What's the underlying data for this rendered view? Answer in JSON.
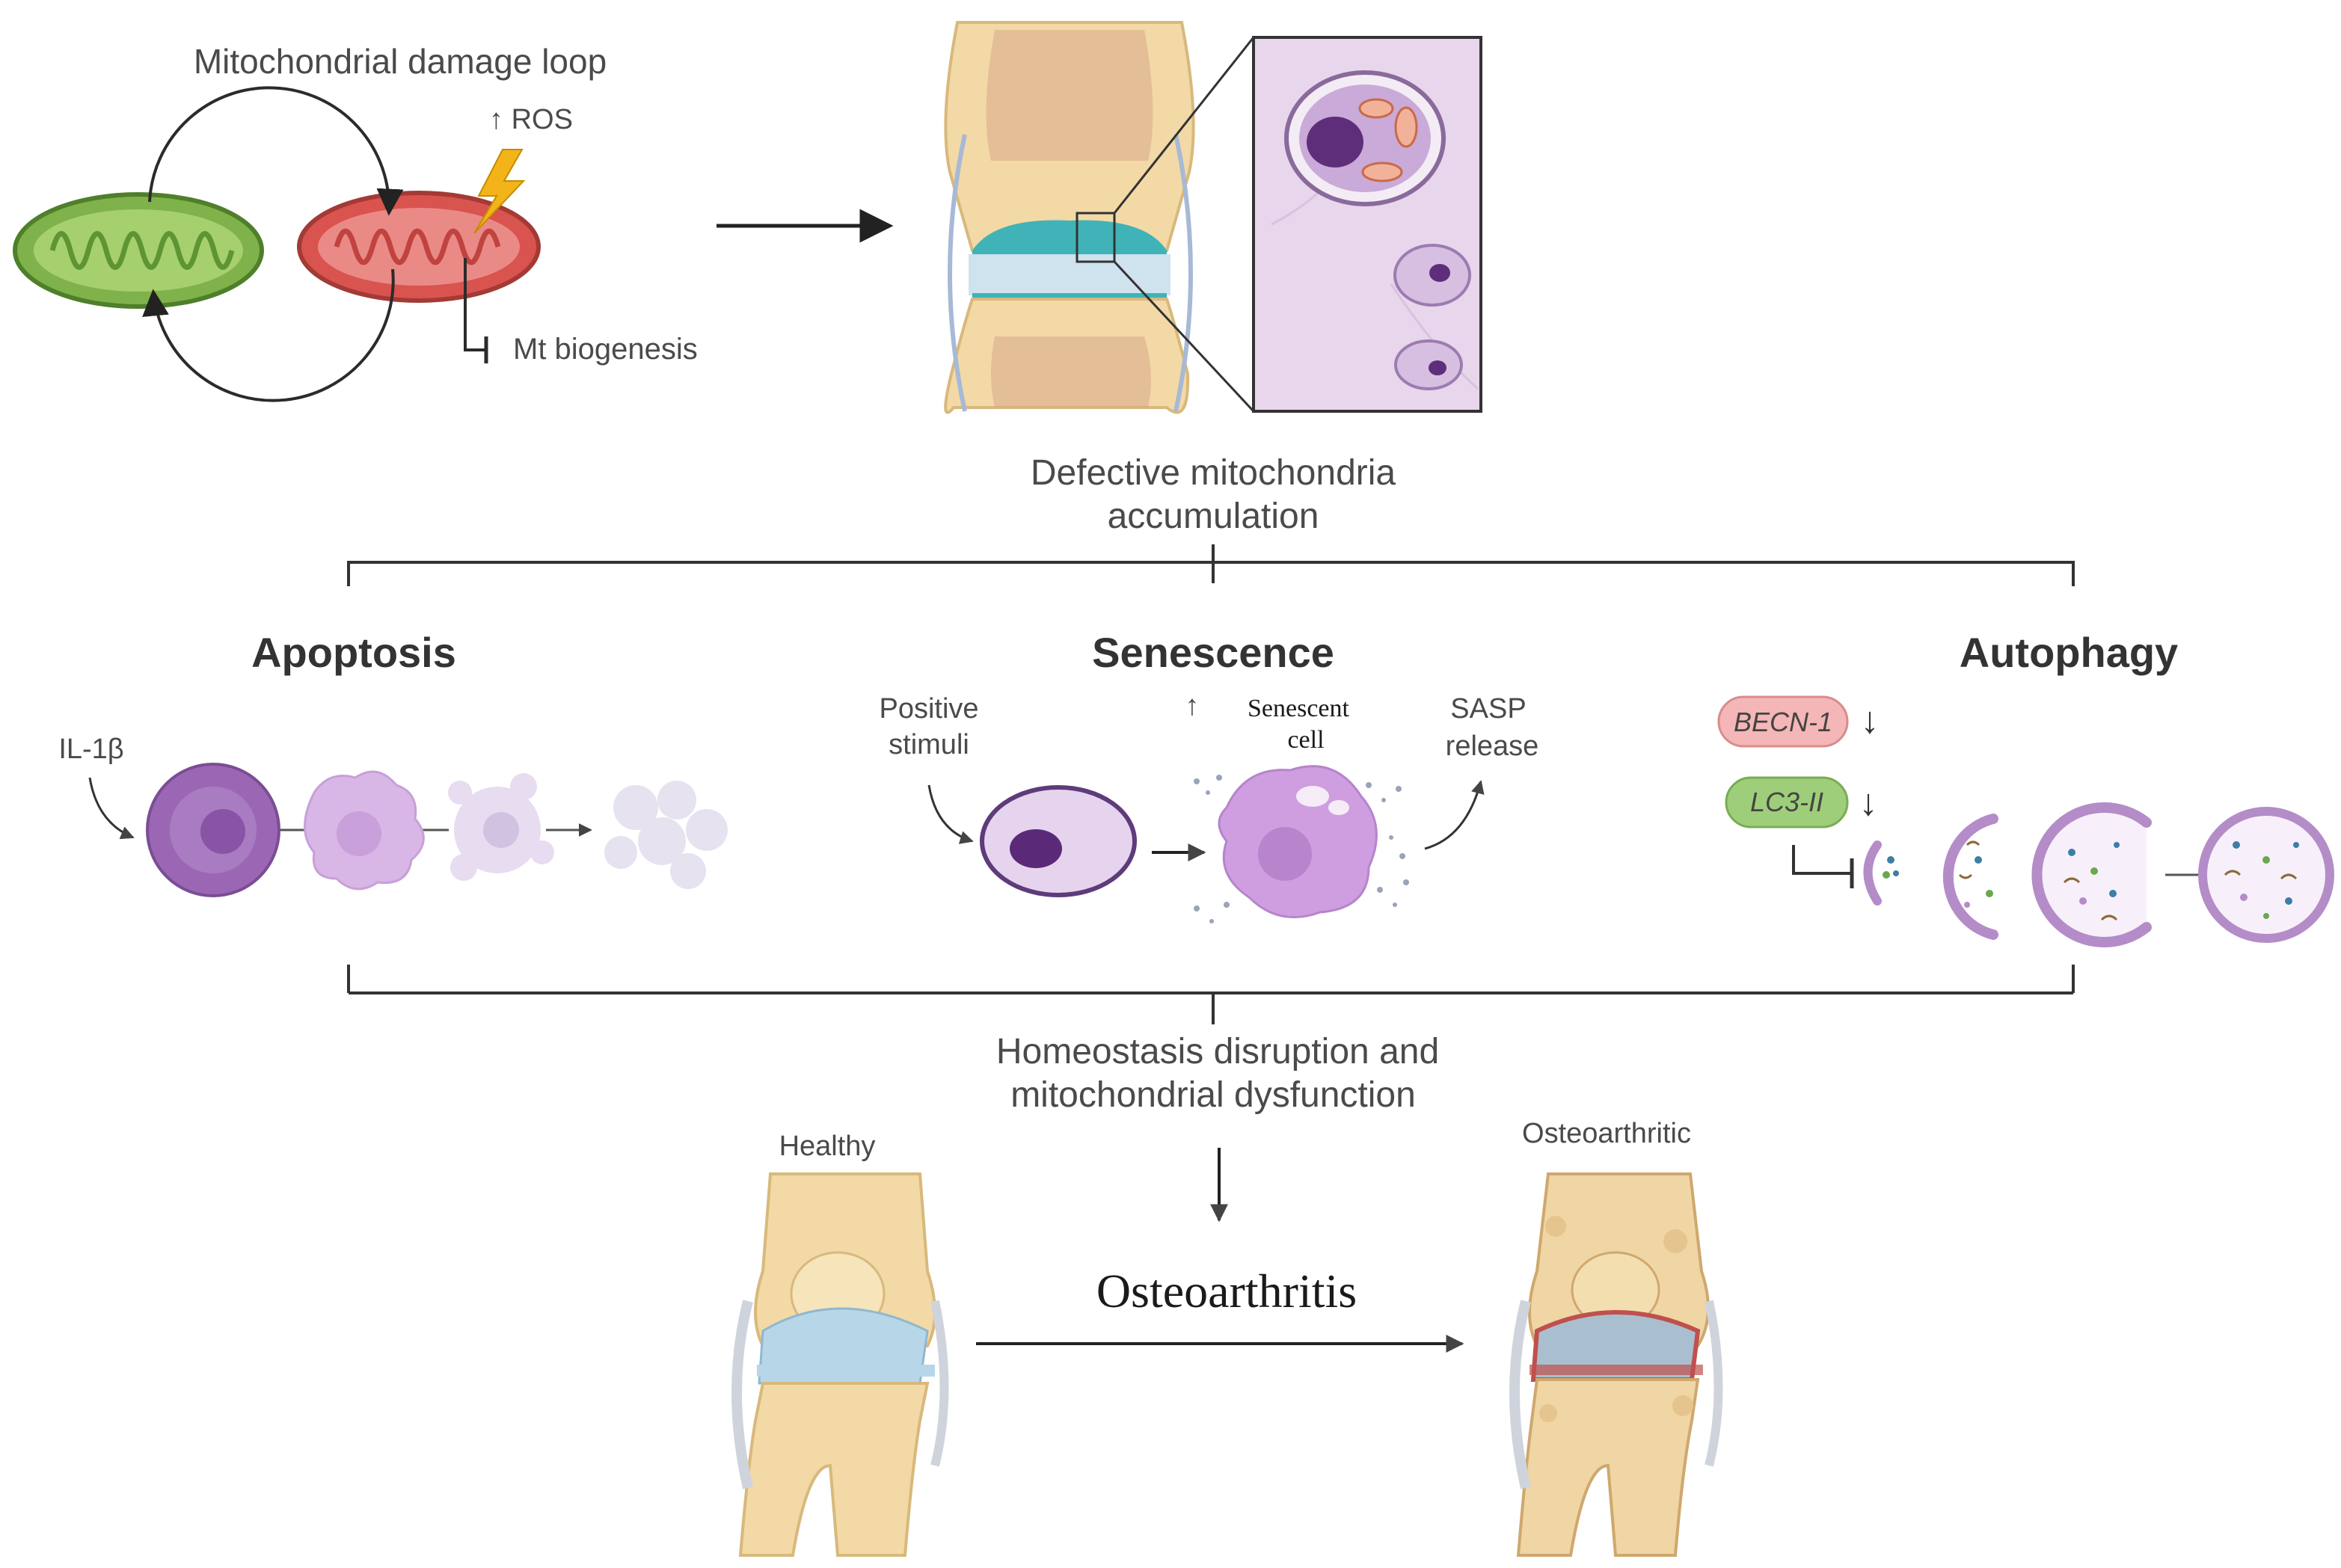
{
  "colors": {
    "healthy_mito": "#7fb24a",
    "damaged_mito": "#d9534f",
    "cell_purple": "#b48cc8",
    "cartilage_blue": "#b7d7e8",
    "bone": "#f2d9a6",
    "becn_pill": "#f4b6b6",
    "lc3_pill": "#9fce7a",
    "ros_bolt": "#f2b418"
  },
  "icons": [
    "mitochondrion-icon",
    "lightning-icon",
    "joint-icon",
    "chondrocyte-icon",
    "apoptotic-cell-icon",
    "senescent-cell-icon",
    "autophagosome-icon",
    "knee-healthy-icon",
    "knee-osteoarthritic-icon"
  ],
  "top": {
    "loop_title": "Mitochondrial damage loop",
    "ros_label": "↑ ROS",
    "mt_biogenesis_label": "Mt biogenesis",
    "accumulation_line1": "Defective mitochondria",
    "accumulation_line2": "accumulation"
  },
  "apoptosis": {
    "title": "Apoptosis",
    "stimulus": "IL-1β"
  },
  "senescence": {
    "title": "Senescence",
    "stimuli_line1": "Positive",
    "stimuli_line2": "stimuli",
    "up_arrow": "↑",
    "cell_line1": "Senescent",
    "cell_line2": "cell",
    "sasp_line1": "SASP",
    "sasp_line2": "release"
  },
  "autophagy": {
    "title": "Autophagy",
    "becn": "BECN-1",
    "lc3": "LC3-II",
    "down_arrow": "↓"
  },
  "bottom": {
    "homeostasis_line1": "Homeostasis disruption and",
    "homeostasis_line2": "mitochondrial dysfunction",
    "healthy_label": "Healthy",
    "oa_label": "Osteoarthritic",
    "disease_label": "Osteoarthritis"
  }
}
